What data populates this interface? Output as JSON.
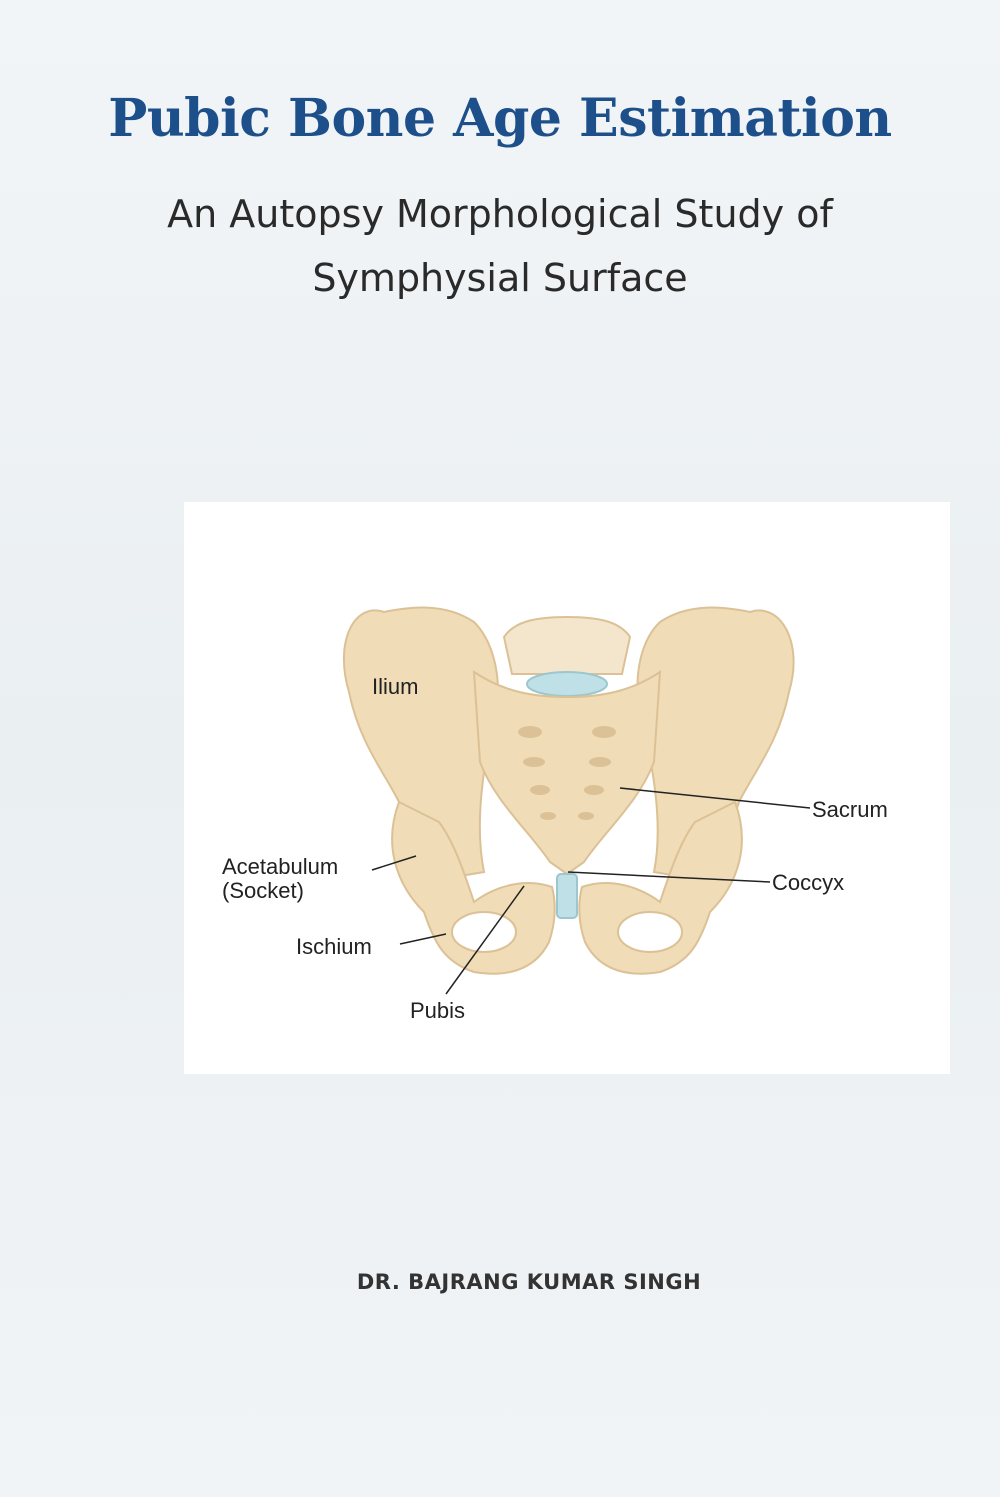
{
  "cover": {
    "title": "Pubic Bone Age Estimation",
    "subtitle_line1": "An Autopsy Morphological Study of",
    "subtitle_line2": "Symphysial Surface",
    "author": "DR. BAJRANG KUMAR SINGH"
  },
  "figure": {
    "labels": {
      "ilium": "Ilium",
      "sacrum": "Sacrum",
      "acetabulum": "Acetabulum",
      "socket": "(Socket)",
      "coccyx": "Coccyx",
      "ischium": "Ischium",
      "pubis": "Pubis"
    }
  },
  "colors": {
    "title": "#1d4f8a",
    "bone": "#f0dcb6",
    "bone_shadow": "#dcc196",
    "cartilage": "#bfe0e6"
  }
}
